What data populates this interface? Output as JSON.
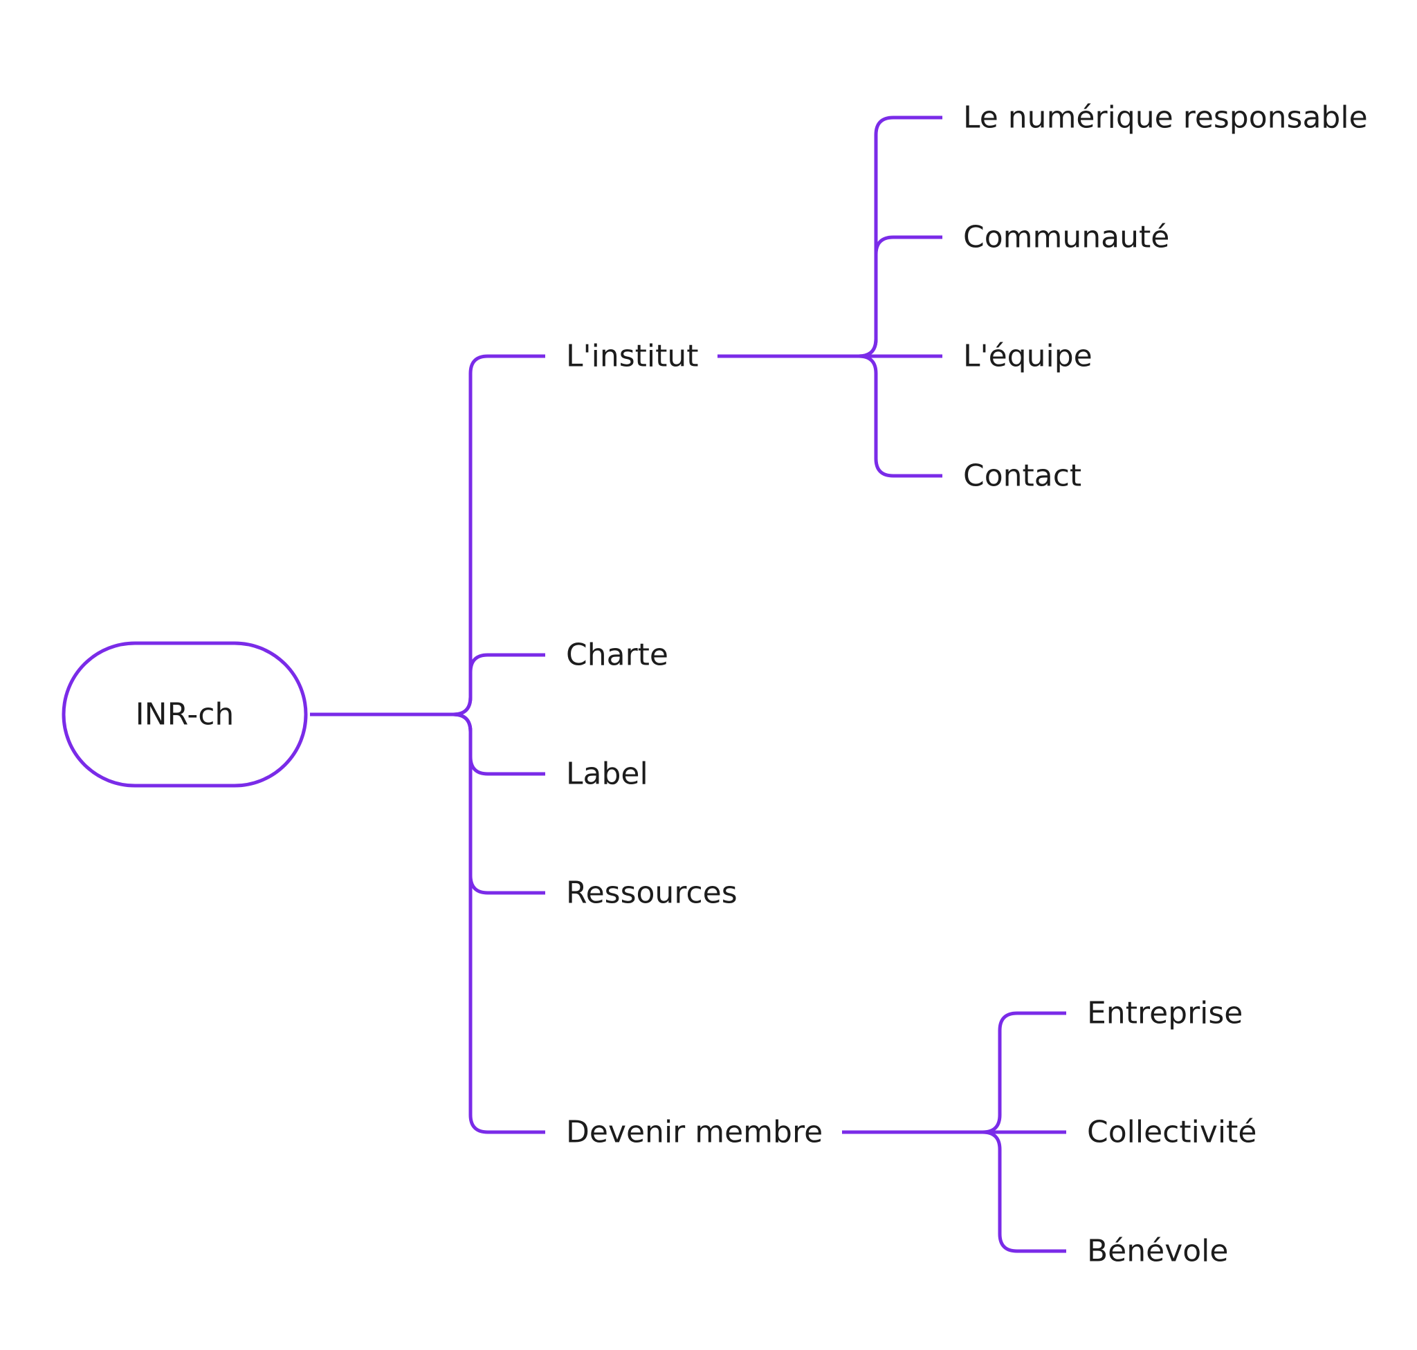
{
  "colors": {
    "accent": "#7a2be8",
    "text": "#1c1c1c",
    "background": "#ffffff"
  },
  "root": {
    "label": "INR-ch",
    "children": [
      {
        "label": "L'institut",
        "children": [
          {
            "label": "Le numérique responsable"
          },
          {
            "label": "Communauté"
          },
          {
            "label": "L'équipe"
          },
          {
            "label": "Contact"
          }
        ]
      },
      {
        "label": "Charte"
      },
      {
        "label": "Label"
      },
      {
        "label": "Ressources"
      },
      {
        "label": "Devenir membre",
        "children": [
          {
            "label": "Entreprise"
          },
          {
            "label": "Collectivité"
          },
          {
            "label": "Bénévole"
          }
        ]
      }
    ]
  }
}
